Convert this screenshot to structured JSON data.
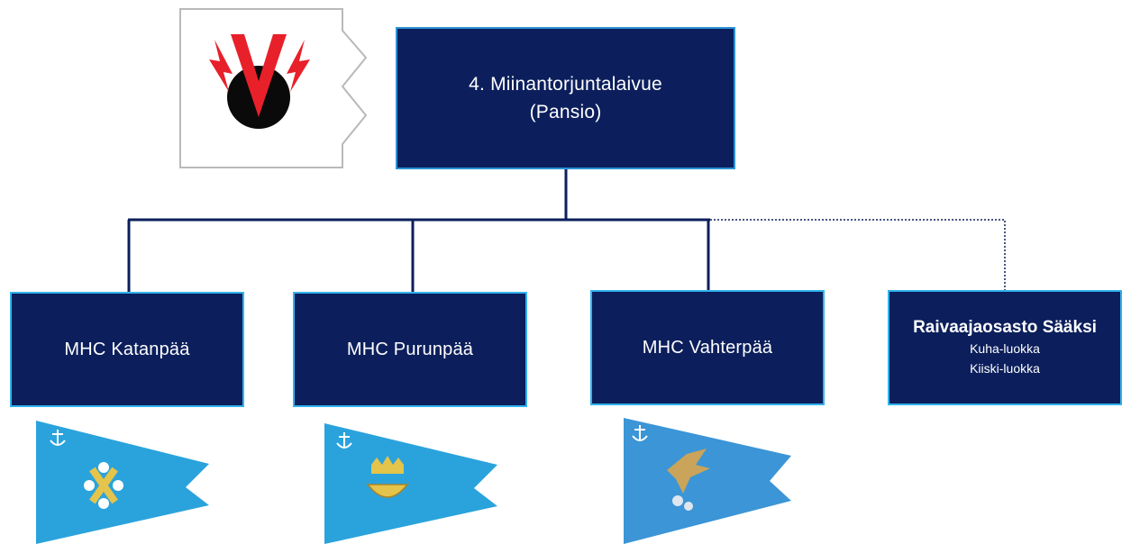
{
  "root": {
    "line1": "4. Miinantorjuntalaivue",
    "line2": "(Pansio)"
  },
  "children": [
    {
      "label": "MHC Katanpää",
      "flag_emblem": "crossed-keys-emblem"
    },
    {
      "label": "MHC Purunpää",
      "flag_emblem": "crowned-boat-emblem"
    },
    {
      "label": "MHC Vahterpää",
      "flag_emblem": "eagle-emblem"
    }
  ],
  "squadron": {
    "title": "Raivaajaosasto Sääksi",
    "lines": [
      "Kuha-luokka",
      "Kiiski-luokka"
    ]
  },
  "colors": {
    "box_fill": "#0c1f5c",
    "box_border": "#32b3ee",
    "connector": "#0c1f5c",
    "flag_blue": "#2aa3dc",
    "emblem_red": "#e8202a",
    "emblem_black": "#0a0a0a"
  }
}
